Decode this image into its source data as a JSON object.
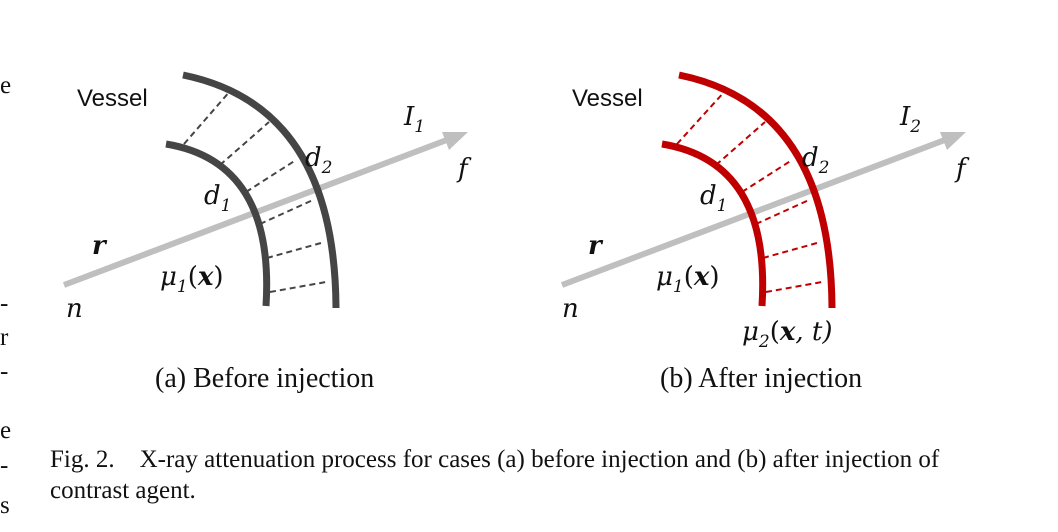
{
  "colors": {
    "before_vessel": "#454545",
    "after_vessel": "#c00000",
    "ray": "#bfbfbf",
    "text": "#111111"
  },
  "panel_a": {
    "vessel_label": "Vessel",
    "intensity_base": "I",
    "intensity_sub": "1",
    "f_label": "f",
    "n_label": "n",
    "r_label": "r",
    "d1_base": "d",
    "d1_sub": "1",
    "d2_base": "d",
    "d2_sub": "2",
    "mu1_base": "μ",
    "mu1_sub": "1",
    "mu1_open": "(",
    "mu1_x": "x",
    "mu1_close": ")",
    "subcaption": "(a) Before injection"
  },
  "panel_b": {
    "vessel_label": "Vessel",
    "intensity_base": "I",
    "intensity_sub": "2",
    "f_label": "f",
    "n_label": "n",
    "r_label": "r",
    "d1_base": "d",
    "d1_sub": "1",
    "d2_base": "d",
    "d2_sub": "2",
    "mu1_base": "μ",
    "mu1_sub": "1",
    "mu1_open": "(",
    "mu1_x": "x",
    "mu1_close": ")",
    "mu2_base": "μ",
    "mu2_sub": "2",
    "mu2_open": "(",
    "mu2_x": "x",
    "mu2_rest": ", t)",
    "subcaption": "(b) After injection"
  },
  "caption": "Fig. 2.  X-ray attenuation process for cases (a) before injection and (b) after injection of contrast agent.",
  "margin_glyphs": [
    "e",
    "-",
    "r",
    "-",
    "e",
    "-",
    "s"
  ]
}
